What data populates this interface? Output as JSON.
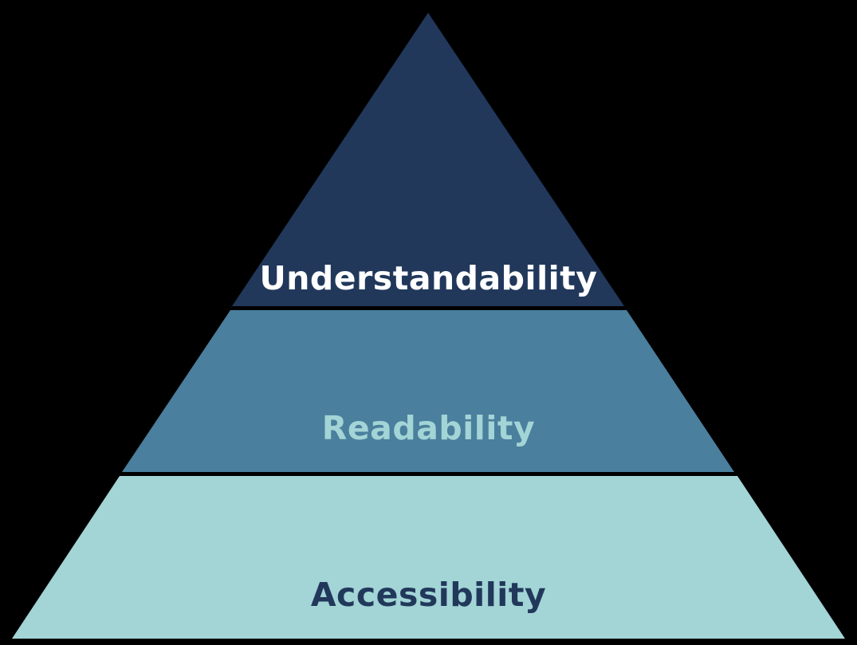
{
  "diagram": {
    "type": "pyramid",
    "background": "#000000",
    "separator_color": "#000000",
    "layers": [
      {
        "label": "Understandability",
        "fill": "#21385b",
        "text_color": "#ffffff"
      },
      {
        "label": "Readability",
        "fill": "#4a7f9d",
        "text_color": "#a3d4d6"
      },
      {
        "label": "Accessibility",
        "fill": "#a3d4d6",
        "text_color": "#21385b"
      }
    ]
  }
}
